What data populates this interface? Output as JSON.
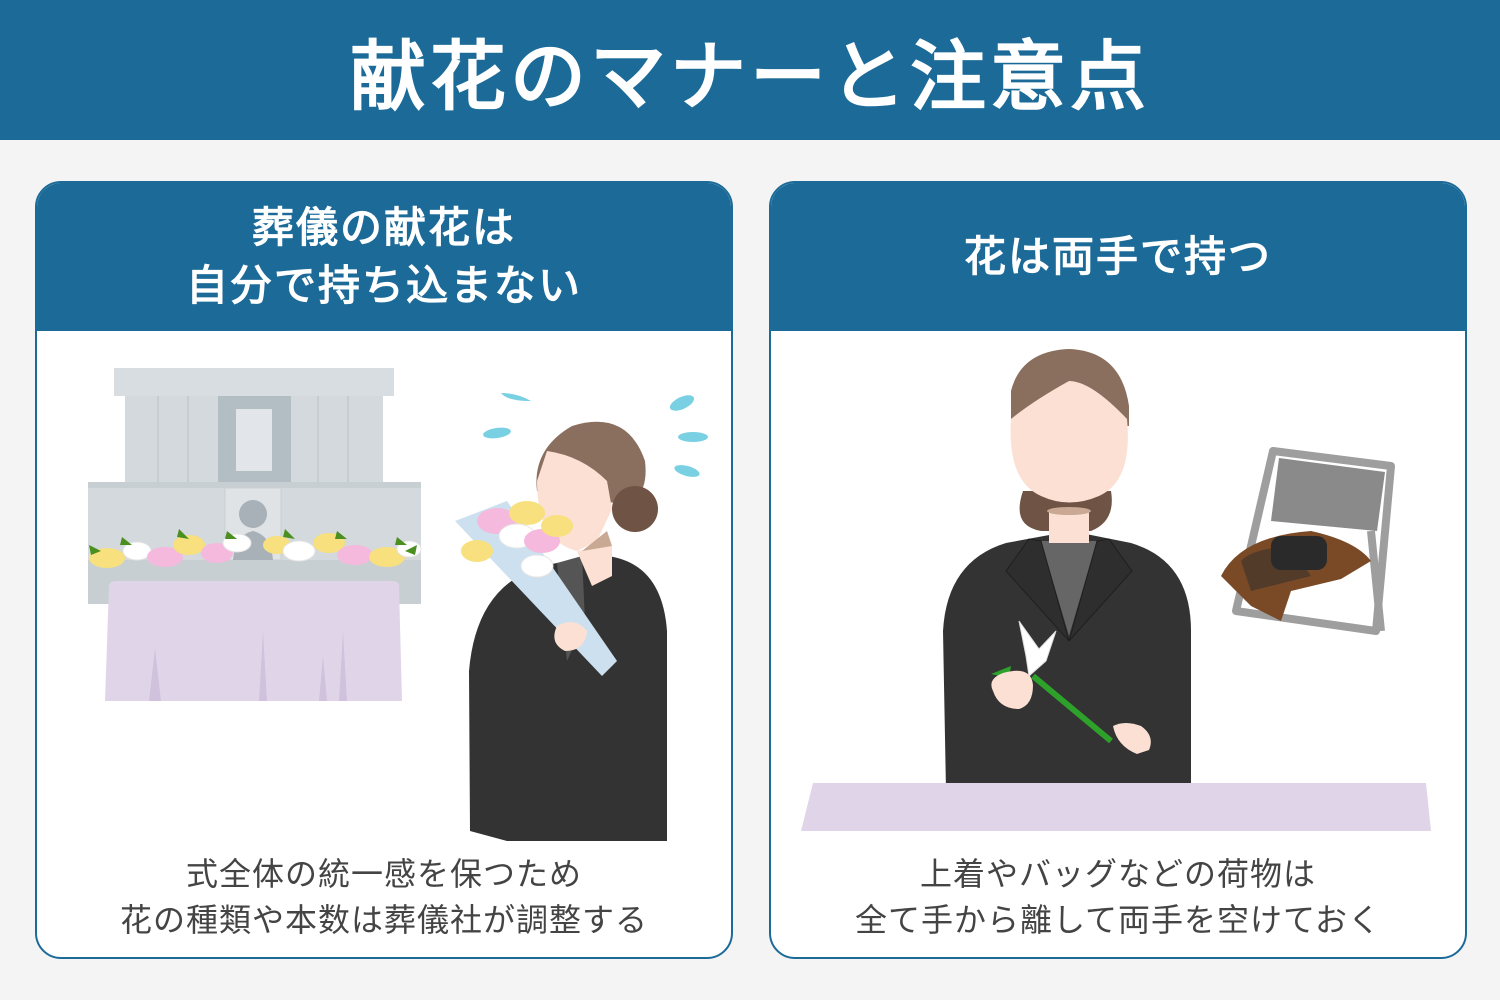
{
  "banner": {
    "title": "献花のマナーと注意点",
    "color": "#1b6a98"
  },
  "cards": [
    {
      "title_lines": [
        "葬儀の献花は",
        "自分で持ち込まない"
      ],
      "caption_lines": [
        "式全体の統一感を保つため",
        "花の種類や本数は葬儀社が調整する"
      ],
      "illustration": "funeral-altar-and-woman-with-bouquet"
    },
    {
      "title_lines": [
        "花は両手で持つ"
      ],
      "caption_lines": [
        "上着やバッグなどの荷物は",
        "全て手から離して両手を空けておく"
      ],
      "illustration": "woman-holding-lily-with-both-hands-and-chair-with-belongings"
    }
  ],
  "colors": {
    "accent": "#1b6a98",
    "background": "#f4f4f5",
    "caption_text": "#444444",
    "suit": "#333333",
    "hair": "#8a6e5e",
    "skin": "#fbe0d3",
    "altar": "#cfd6da",
    "table_cloth": "#e0d5e8"
  }
}
